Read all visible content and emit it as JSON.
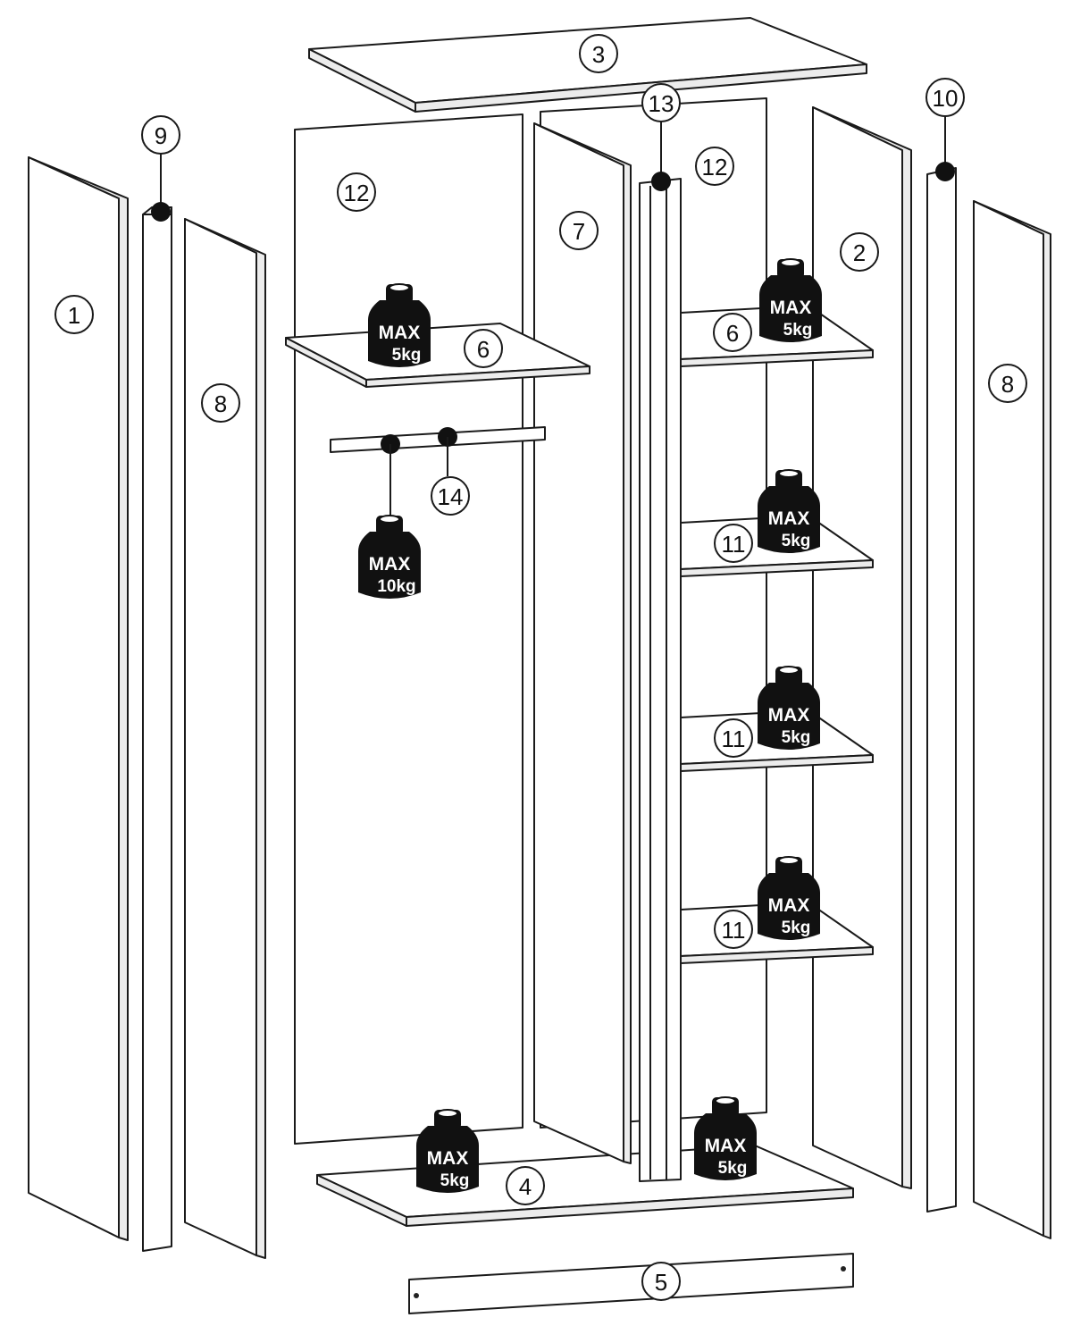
{
  "diagram": {
    "parts": [
      {
        "id": "1",
        "label": "1"
      },
      {
        "id": "2",
        "label": "2"
      },
      {
        "id": "3",
        "label": "3"
      },
      {
        "id": "4",
        "label": "4"
      },
      {
        "id": "5",
        "label": "5"
      },
      {
        "id": "6a",
        "label": "6"
      },
      {
        "id": "6b",
        "label": "6"
      },
      {
        "id": "7",
        "label": "7"
      },
      {
        "id": "8a",
        "label": "8"
      },
      {
        "id": "8b",
        "label": "8"
      },
      {
        "id": "9",
        "label": "9"
      },
      {
        "id": "10",
        "label": "10"
      },
      {
        "id": "11a",
        "label": "11"
      },
      {
        "id": "11b",
        "label": "11"
      },
      {
        "id": "11c",
        "label": "11"
      },
      {
        "id": "12a",
        "label": "12"
      },
      {
        "id": "12b",
        "label": "12"
      },
      {
        "id": "13",
        "label": "13"
      },
      {
        "id": "14",
        "label": "14"
      }
    ],
    "weights": [
      {
        "id": "w-shelf-6-left",
        "line1": "MAX",
        "line2": "5kg"
      },
      {
        "id": "w-rail",
        "line1": "MAX",
        "line2": "10kg"
      },
      {
        "id": "w-shelf-6-right",
        "line1": "MAX",
        "line2": "5kg"
      },
      {
        "id": "w-shelf-11-top",
        "line1": "MAX",
        "line2": "5kg"
      },
      {
        "id": "w-shelf-11-mid",
        "line1": "MAX",
        "line2": "5kg"
      },
      {
        "id": "w-shelf-11-low",
        "line1": "MAX",
        "line2": "5kg"
      },
      {
        "id": "w-bottom-left",
        "line1": "MAX",
        "line2": "5kg"
      },
      {
        "id": "w-bottom-right",
        "line1": "MAX",
        "line2": "5kg"
      }
    ]
  }
}
